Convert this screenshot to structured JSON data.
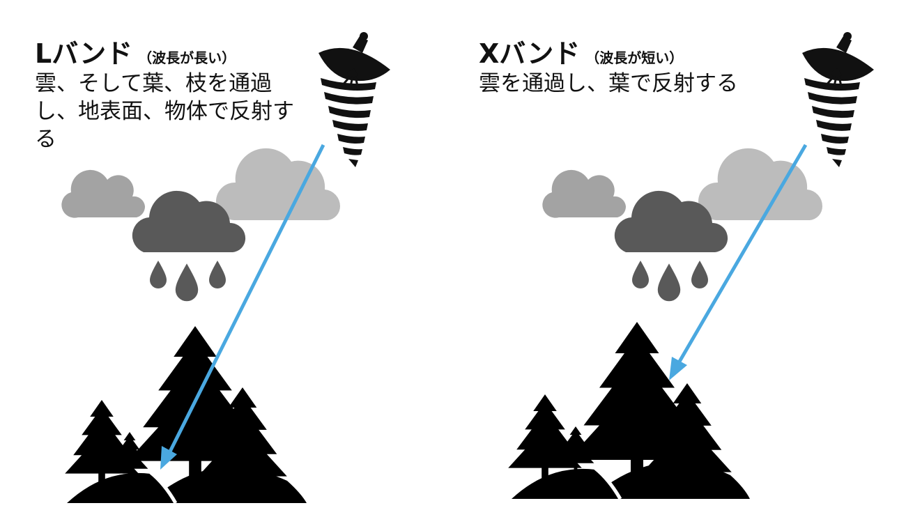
{
  "panels": [
    {
      "band_name": "Lバンド",
      "band_note": "（波長が長い）",
      "description": "雲、そして葉、枝を通過し、地表面、物体で反射する"
    },
    {
      "band_name": "Xバンド",
      "band_note": "（波長が短い）",
      "description": "雲を通過し、葉で反射する"
    }
  ],
  "colors": {
    "beam": "#4aa8e0",
    "cloud_light": "#bcbcbc",
    "cloud_mid": "#a3a3a3",
    "cloud_dark": "#595959",
    "silhouette": "#000000"
  },
  "icons": [
    "satellite-icon",
    "cloud-icon",
    "rain-cloud-icon",
    "raindrop-icon",
    "tree-icon",
    "hill-icon",
    "radar-beam-arrow"
  ]
}
